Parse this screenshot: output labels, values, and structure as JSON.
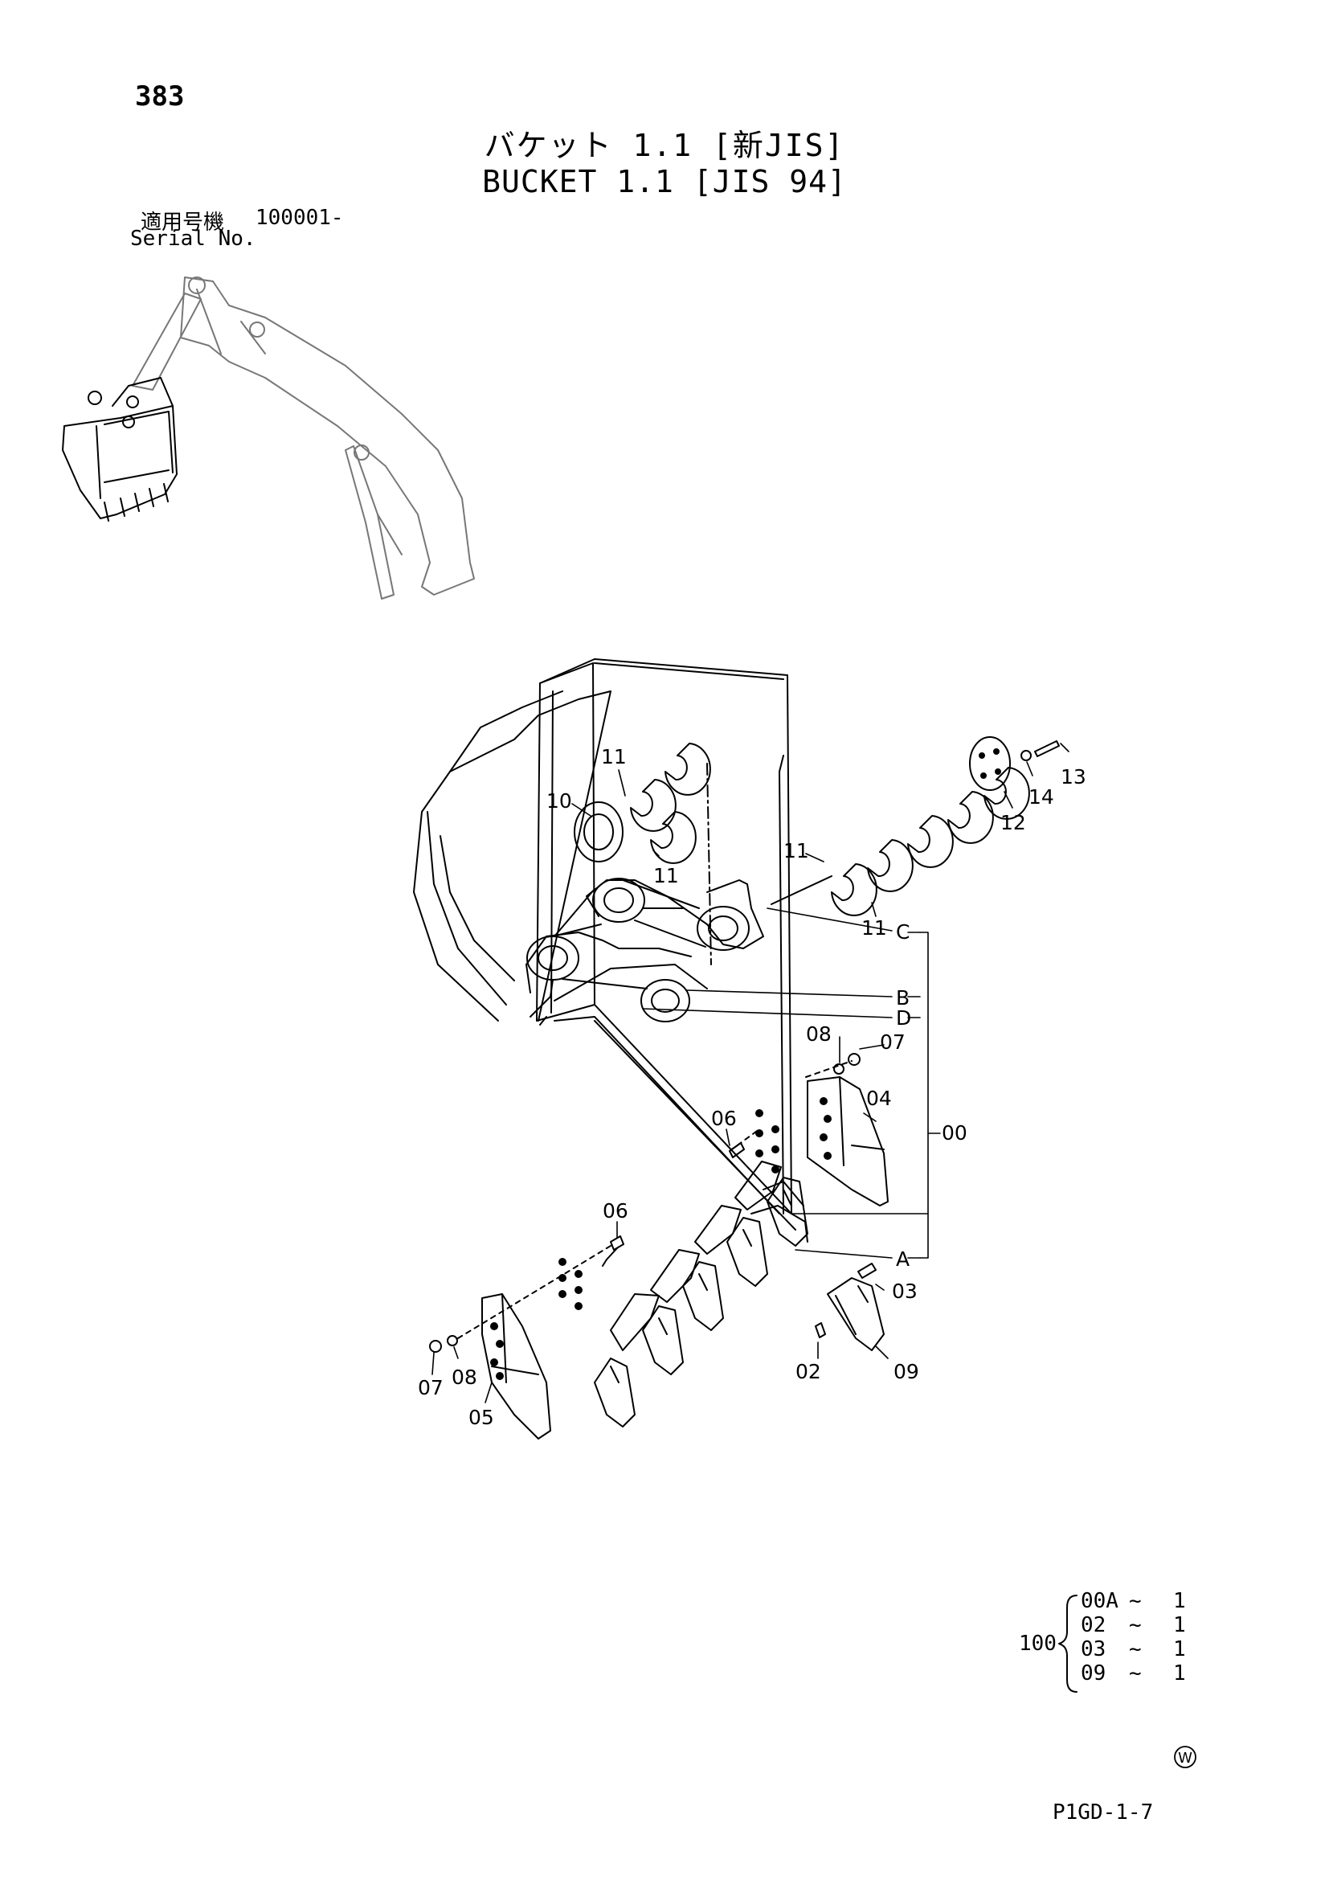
{
  "page_number": "383",
  "title_jp": "バケット 1.1 [新JIS]",
  "title_en": "BUCKET 1.1 [JIS 94]",
  "serial": {
    "label_jp": "適用号機",
    "value": "100001-",
    "label_en": "Serial No."
  },
  "callouts": {
    "c11a": "11",
    "c10": "10",
    "c11b": "11",
    "c11c": "11",
    "c11d": "11",
    "c12": "12",
    "c13": "13",
    "c14": "14",
    "c08a": "08",
    "c07a": "07",
    "c04": "04",
    "c06a": "06",
    "c00": "00",
    "c06b": "06",
    "c03": "03",
    "c02": "02",
    "c09": "09",
    "c07b": "07",
    "c08b": "08",
    "c05": "05",
    "ref_c": "C",
    "ref_b": "B",
    "ref_d": "D",
    "ref_a": "A"
  },
  "kit": {
    "number": "100",
    "rows": [
      {
        "part": "00A",
        "sep": "~",
        "qty": "1"
      },
      {
        "part": "02",
        "sep": "~",
        "qty": "1"
      },
      {
        "part": "03",
        "sep": "~",
        "qty": "1"
      },
      {
        "part": "09",
        "sep": "~",
        "qty": "1"
      }
    ]
  },
  "mark": "W",
  "page_code": "P1GD-1-7"
}
